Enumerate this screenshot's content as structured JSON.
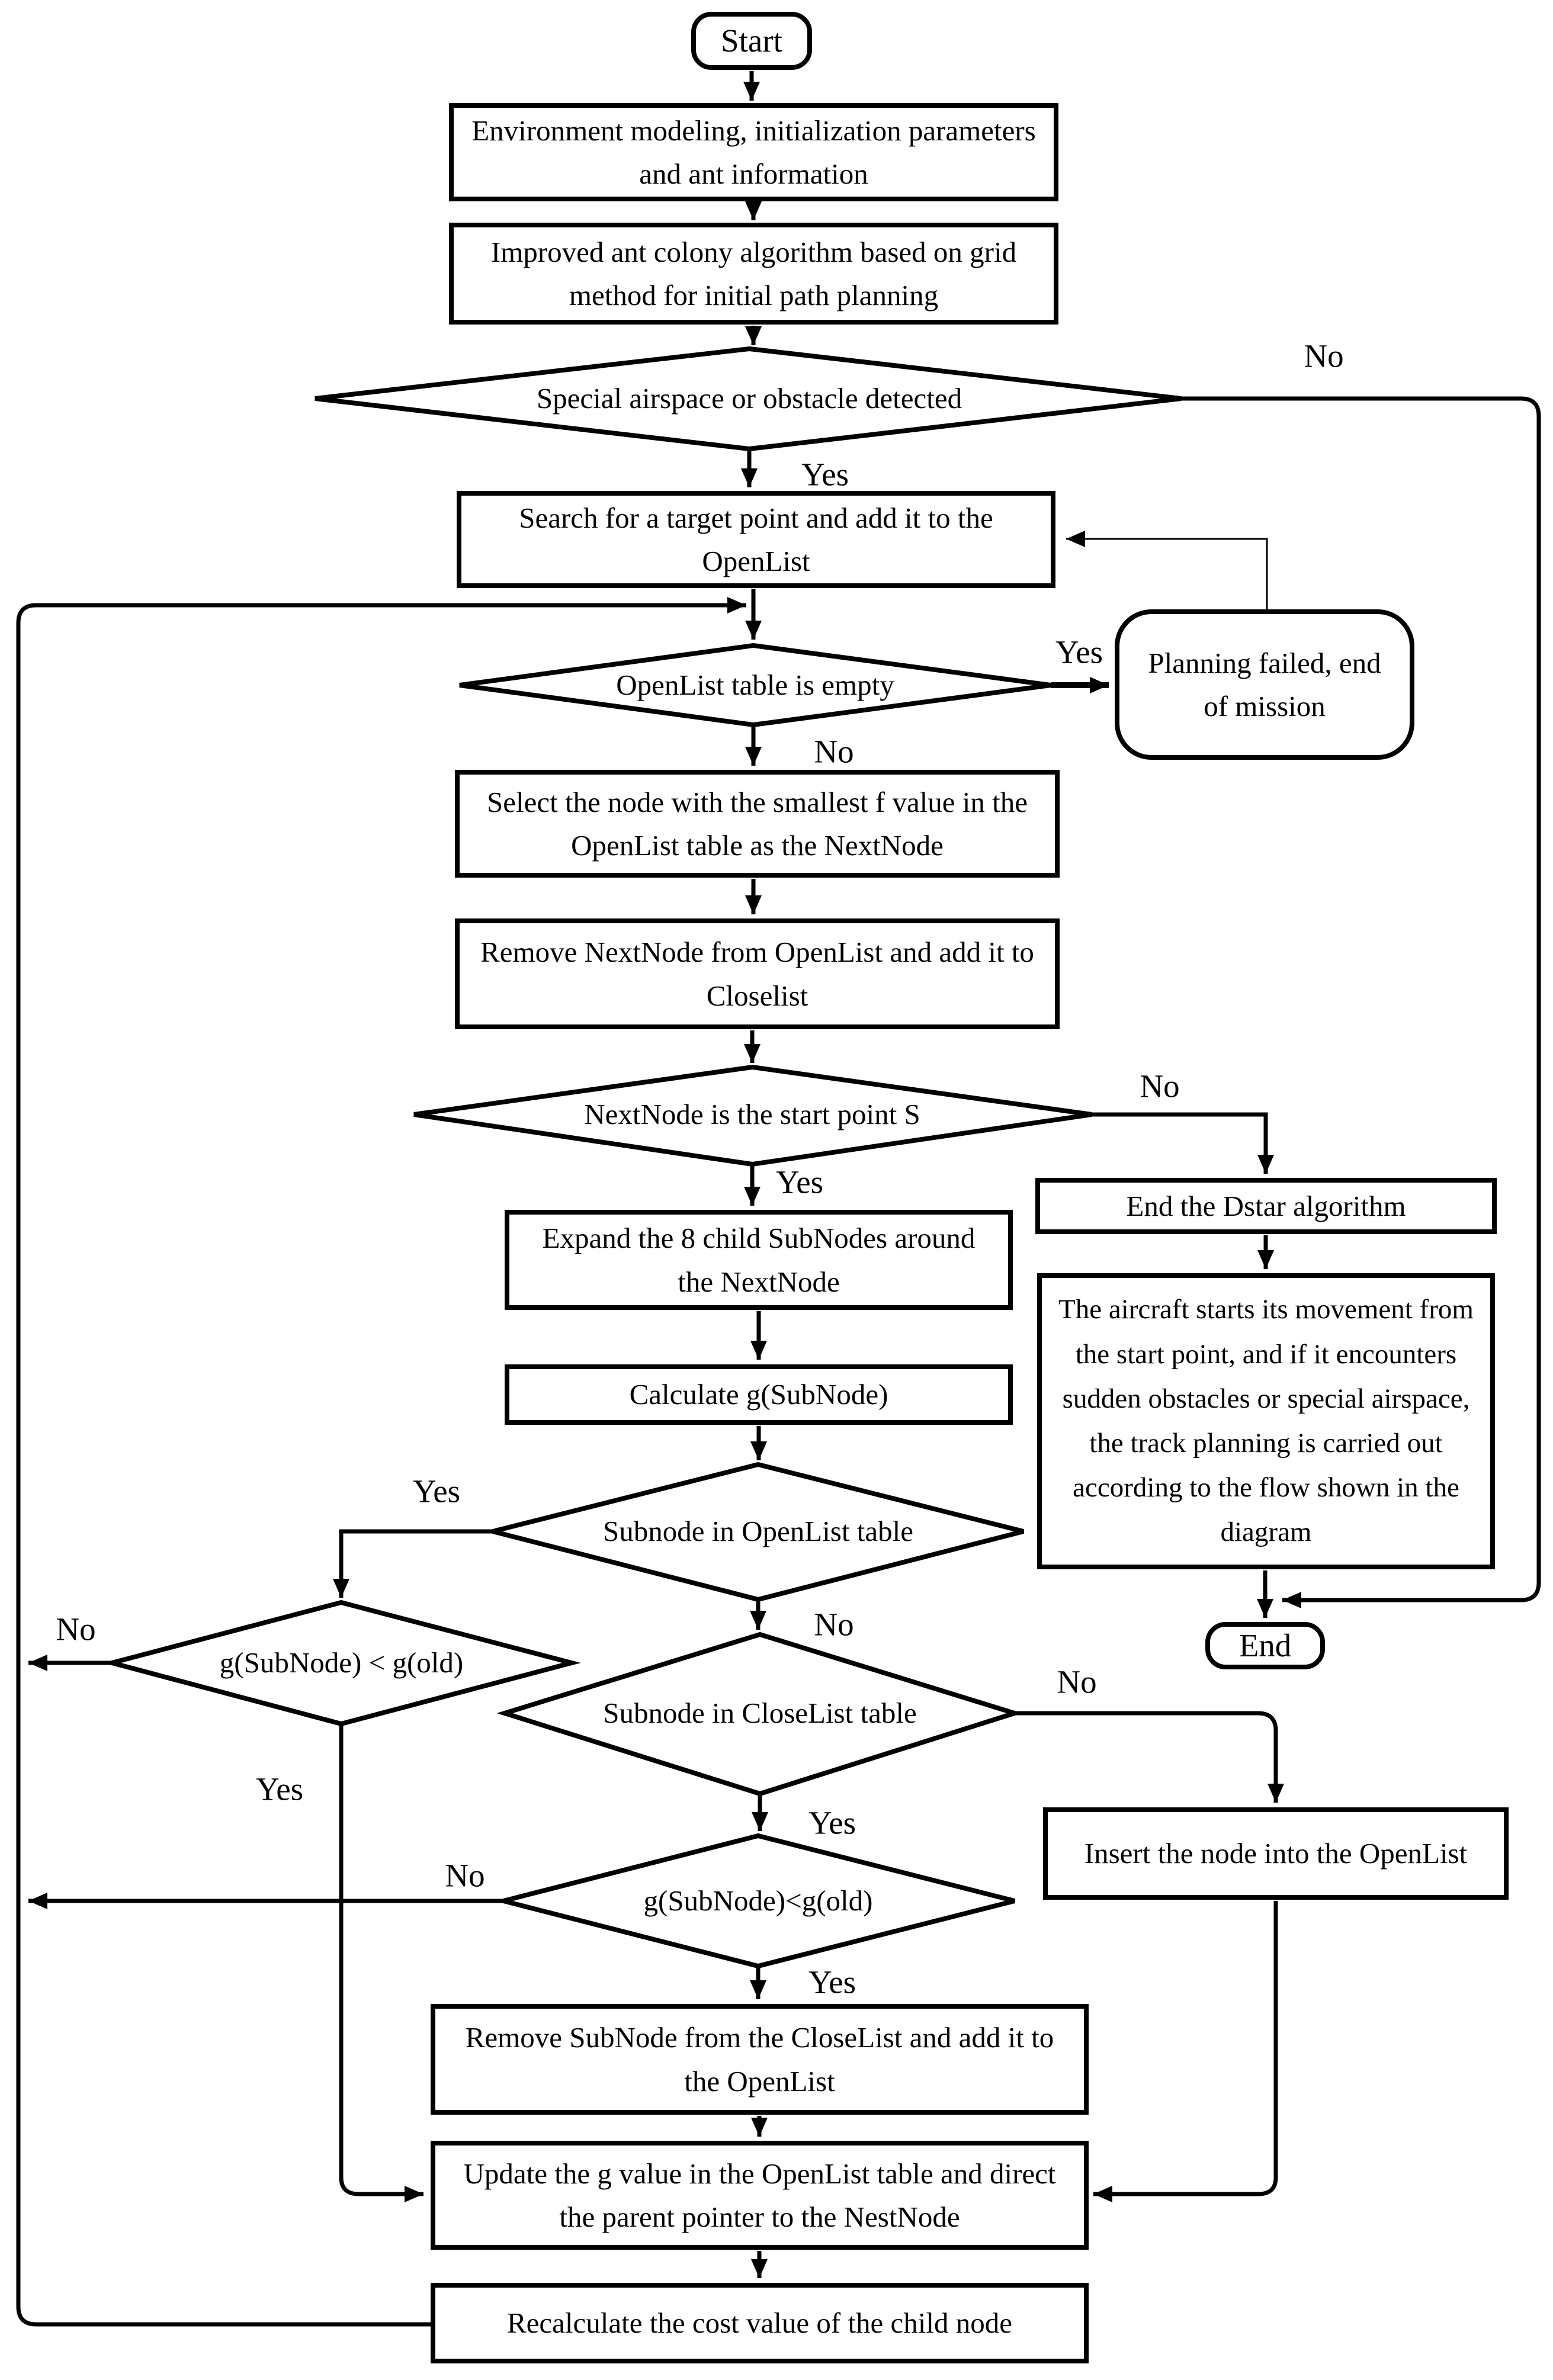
{
  "labels": {
    "yes": "Yes",
    "no": "No"
  },
  "nodes": {
    "start": "Start",
    "env": "Environment modeling, initialization parameters and ant information",
    "aco": "Improved ant colony algorithm based on grid method for initial path planning",
    "airspace": "Special airspace or obstacle detected",
    "search_target": "Search for a target point and add it to the OpenList",
    "planning_failed": "Planning failed, end of mission",
    "openlist_empty": "OpenList table is empty",
    "select_node": "Select the node with the smallest f value in the OpenList table as the NextNode",
    "remove_nextnode": "Remove NextNode from OpenList and add it to Closelist",
    "is_start_point": "NextNode is the start point S",
    "end_dstar": "End the Dstar algorithm",
    "expand": "Expand the 8 child SubNodes around the NextNode",
    "calc_g": "Calculate g(SubNode)",
    "aircraft": "The aircraft starts its movement from the start point, and if it encounters sudden obstacles or special airspace, the track planning is carried out according to the flow shown in the diagram",
    "subnode_openlist": "Subnode in OpenList table",
    "g_lt_old_1": "g(SubNode) < g(old)",
    "subnode_closelist": "Subnode in CloseList table",
    "g_lt_old_2": "g(SubNode)<g(old)",
    "insert_node": "Insert the node into the OpenList",
    "remove_subnode": "Remove SubNode from the CloseList and add it to the OpenList",
    "update_g": "Update the g value in the OpenList table and direct the parent pointer to the NestNode",
    "recalculate": "Recalculate the cost value of the child node",
    "end": "End"
  },
  "colors": {
    "line": "#000000",
    "background": "#ffffff"
  }
}
